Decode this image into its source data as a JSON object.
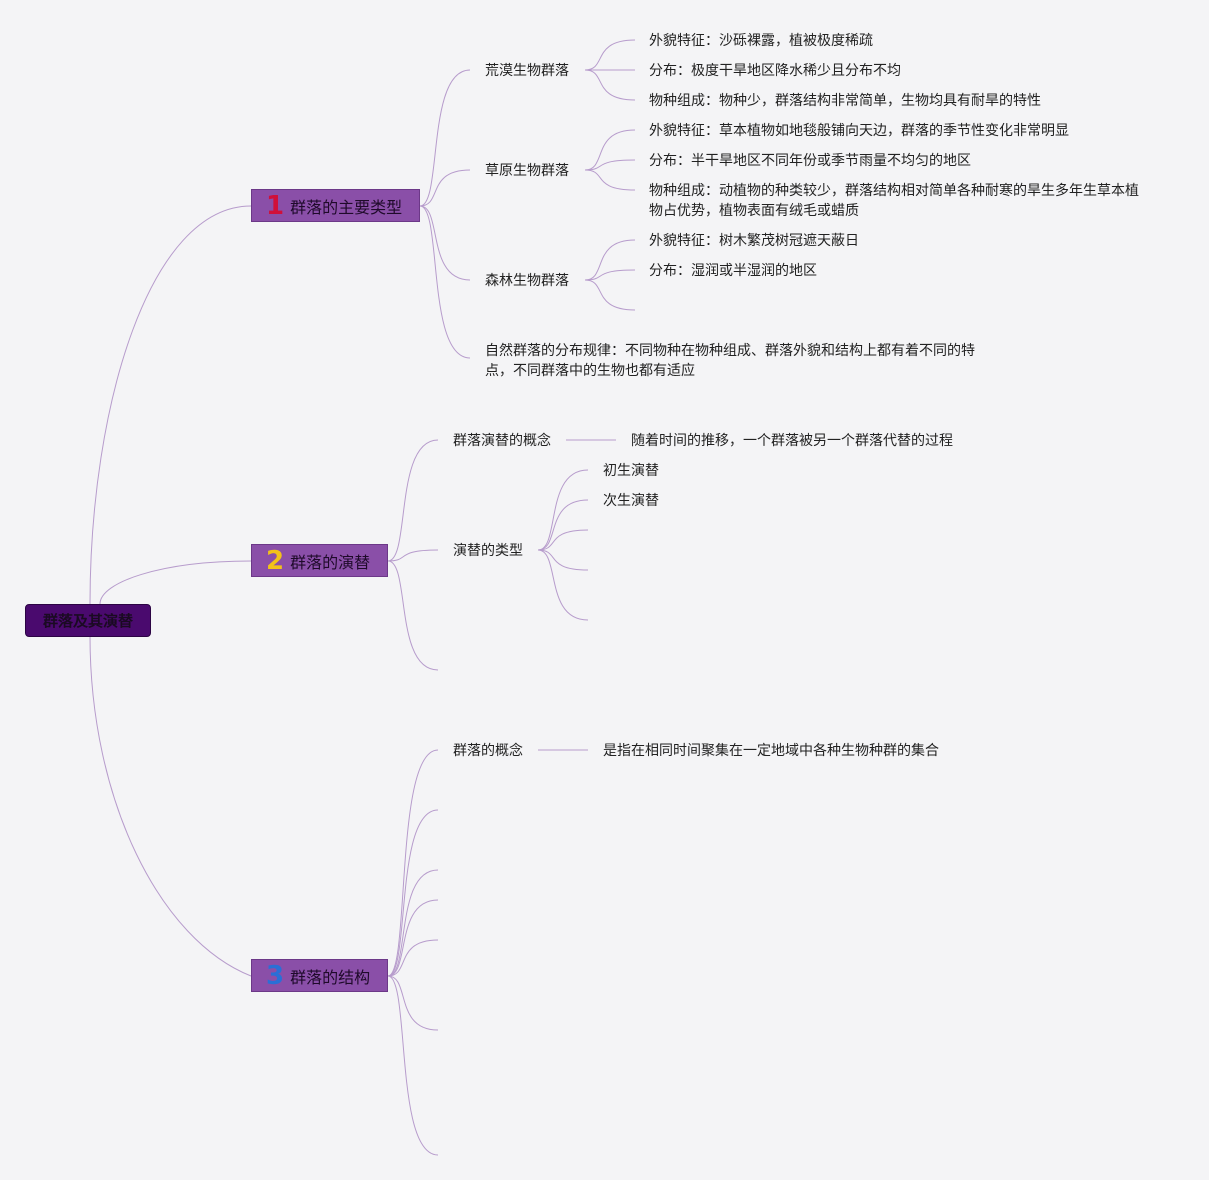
{
  "root": {
    "label": "群落及其演替"
  },
  "branches": [
    {
      "number": "1",
      "label": "群落的主要类型",
      "number_color": "#d0103a",
      "children": [
        {
          "label": "荒漠生物群落",
          "children": [
            "外貌特征：沙砾裸露，植被极度稀疏",
            "分布：极度干旱地区降水稀少且分布不均",
            "物种组成：物种少，群落结构非常简单，生物均具有耐旱的特性"
          ]
        },
        {
          "label": "草原生物群落",
          "children": [
            "外貌特征：草本植物如地毯般铺向天边，群落的季节性变化非常明显",
            "分布：半干旱地区不同年份或季节雨量不均匀的地区",
            "物种组成：动植物的种类较少，群落结构相对简单各种耐寒的旱生多年生草本植物占优势，植物表面有绒毛或蜡质"
          ]
        },
        {
          "label": "森林生物群落",
          "children": [
            "外貌特征：树木繁茂树冠遮天蔽日",
            "分布：湿润或半湿润的地区",
            ""
          ]
        },
        {
          "label": "自然群落的分布规律：不同物种在物种组成、群落外貌和结构上都有着不同的特点，不同群落中的生物也都有适应",
          "children": []
        }
      ]
    },
    {
      "number": "2",
      "label": "群落的演替",
      "number_color": "#f2c21a",
      "children": [
        {
          "label": "群落演替的概念",
          "children": [
            "随着时间的推移，一个群落被另一个群落代替的过程"
          ]
        },
        {
          "label": "演替的类型",
          "children": [
            "初生演替",
            "次生演替",
            "",
            "",
            ""
          ]
        },
        {
          "label": "",
          "children": []
        }
      ]
    },
    {
      "number": "3",
      "label": "群落的结构",
      "number_color": "#2a6fd6",
      "children": [
        {
          "label": "群落的概念",
          "children": [
            "是指在相同时间聚集在一定地域中各种生物种群的集合"
          ]
        },
        {
          "label": "",
          "children": []
        },
        {
          "label": "",
          "children": []
        },
        {
          "label": "",
          "children": []
        },
        {
          "label": "",
          "children": []
        },
        {
          "label": "",
          "children": []
        },
        {
          "label": "",
          "children": []
        }
      ]
    }
  ],
  "colors": {
    "link": "#b79ccc",
    "main_fill": "#8a4fa8",
    "root_fill": "#4a0a6e",
    "background": "#f4f4f6"
  }
}
